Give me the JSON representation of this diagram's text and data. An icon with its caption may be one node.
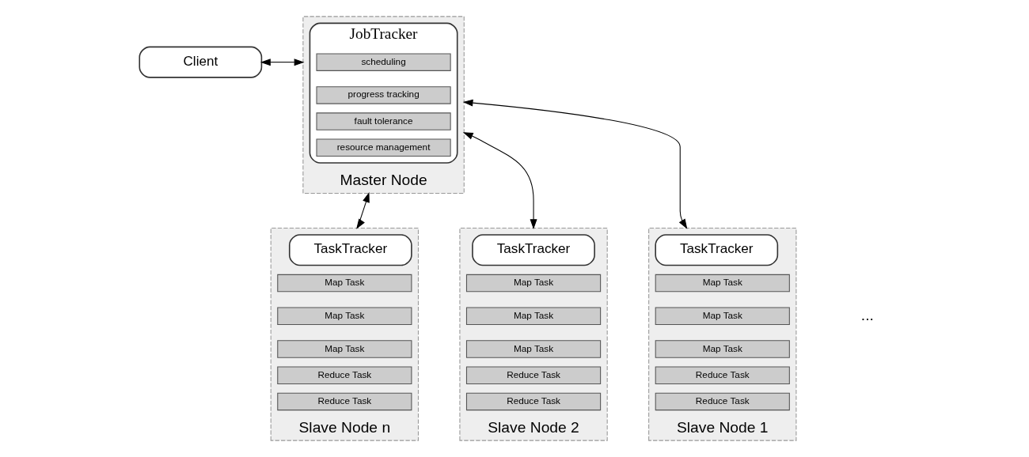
{
  "diagram": {
    "nodes": [
      {
        "text": [
          "Client"
        ]
      },
      {
        "text": [
          "Master Node"
        ]
      },
      {
        "text": [
          "JobTracker"
        ],
        "in": 1
      },
      {
        "text": [
          "scheduling"
        ],
        "in": 2
      },
      {
        "text": [
          "progress tracking"
        ],
        "in": 2
      },
      {
        "text": [
          "fault tolerance"
        ],
        "in": 2
      },
      {
        "text": [
          "resource management"
        ],
        "in": 2
      },
      {
        "text": [
          "Slave Node 1"
        ]
      },
      {
        "text": [
          "TaskTracker"
        ],
        "in": 7
      },
      {
        "text": [
          "Map Task"
        ],
        "in": 7
      },
      {
        "text": [
          "Map Task"
        ],
        "in": 7
      },
      {
        "text": [
          "Map Task"
        ],
        "in": 7
      },
      {
        "text": [
          "Reduce Task"
        ],
        "in": 7
      },
      {
        "text": [
          "Reduce Task"
        ],
        "in": 7
      },
      {
        "text": [
          "Slave Node 2"
        ]
      },
      {
        "text": [
          "TaskTracker"
        ],
        "in": 14
      },
      {
        "text": [
          "Map Task"
        ],
        "in": 14
      },
      {
        "text": [
          "Map Task"
        ],
        "in": 14
      },
      {
        "text": [
          "Map Task"
        ],
        "in": 14
      },
      {
        "text": [
          "Reduce Task"
        ],
        "in": 14
      },
      {
        "text": [
          "Reduce Task"
        ],
        "in": 14
      },
      {
        "text": [
          "Slave Node n"
        ]
      },
      {
        "text": [
          "TaskTracker"
        ],
        "in": 21
      },
      {
        "text": [
          "Map Task"
        ],
        "in": 21
      },
      {
        "text": [
          "Map Task"
        ],
        "in": 21
      },
      {
        "text": [
          "Map Task"
        ],
        "in": 21
      },
      {
        "text": [
          "Reduce Task"
        ],
        "in": 21
      },
      {
        "text": [
          "Reduce Task"
        ],
        "in": 21
      }
    ],
    "edges": [
      {
        "from": 0,
        "to": 1,
        "arrow": "both"
      },
      {
        "from": 1,
        "to": 7,
        "arrow": "both"
      },
      {
        "from": 1,
        "to": 14,
        "arrow": "both"
      },
      {
        "from": 1,
        "to": 21,
        "arrow": "both"
      }
    ],
    "labels": [
      "..."
    ]
  }
}
